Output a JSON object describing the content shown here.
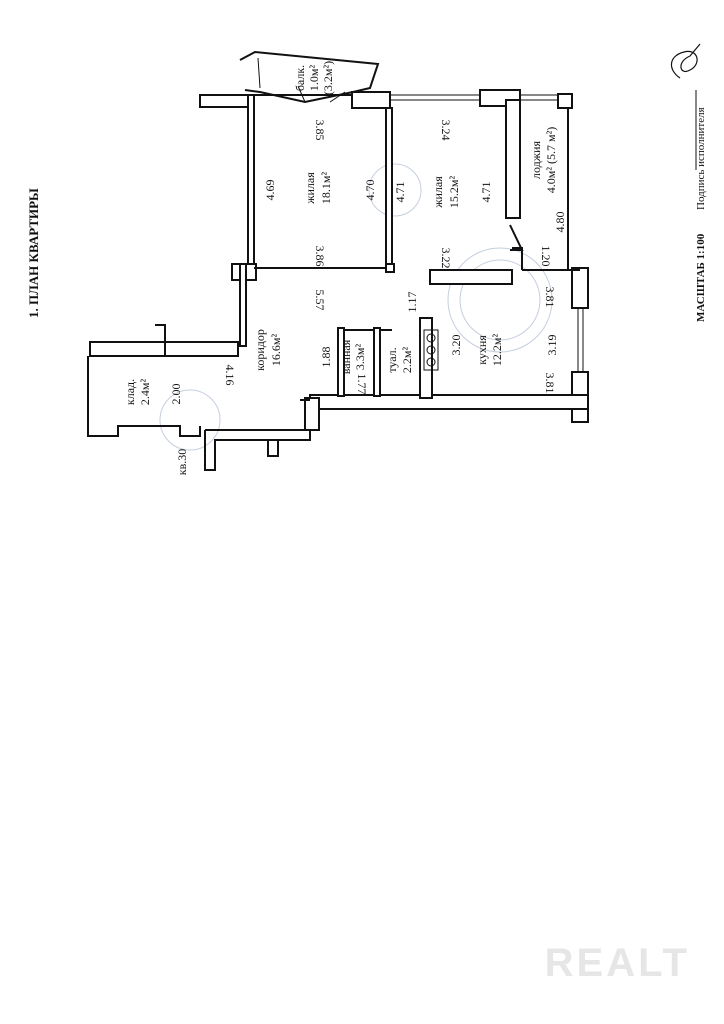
{
  "title": "1. ПЛАН КВАРТИРЫ",
  "footer": {
    "scale": "МАСШТАБ 1:100",
    "signature_label": "Подпись исполнителя"
  },
  "rooms": {
    "balcony": {
      "name": "балк.",
      "area": "1.0м²",
      "area_alt": "(3.2м²)"
    },
    "living1": {
      "name": "жилая",
      "area": "18.1м²"
    },
    "living2": {
      "name": "жилая",
      "area": "15.2м²"
    },
    "loggia": {
      "name": "лоджия",
      "area": "4.0м² (5.7 м²)"
    },
    "corridor": {
      "name": "коридор",
      "area": "16.6м²"
    },
    "bathroom": {
      "name": "ванная",
      "area": "3.3м²"
    },
    "toilet": {
      "name": "туал.",
      "area": "2.2м²"
    },
    "kitchen": {
      "name": "кухня",
      "area": "12.2м²"
    },
    "storage": {
      "name": "клад.",
      "area": "2.4м²"
    },
    "apartment_ref": "кв.30"
  },
  "dimensions": {
    "living1_top": "3.85",
    "living1_left": "4.69",
    "living1_right": "4.70",
    "living1_bottom": "3.86",
    "living2_top": "3.24",
    "living2_left": "4.71",
    "living2_right": "4.71",
    "living2_bottom": "3.22",
    "loggia_len": "4.80",
    "loggia_width": "1.20",
    "corridor_len": "5.57",
    "corridor_width": "4.16",
    "door_gap": "1.17",
    "bath_len": "1.88",
    "bath_width": "1.77",
    "toilet_len": "3.20",
    "kitchen_top": "3.81",
    "kitchen_bottom": "3.81",
    "kitchen_right": "3.19",
    "storage_len": "2.00"
  },
  "watermark": "REALT"
}
